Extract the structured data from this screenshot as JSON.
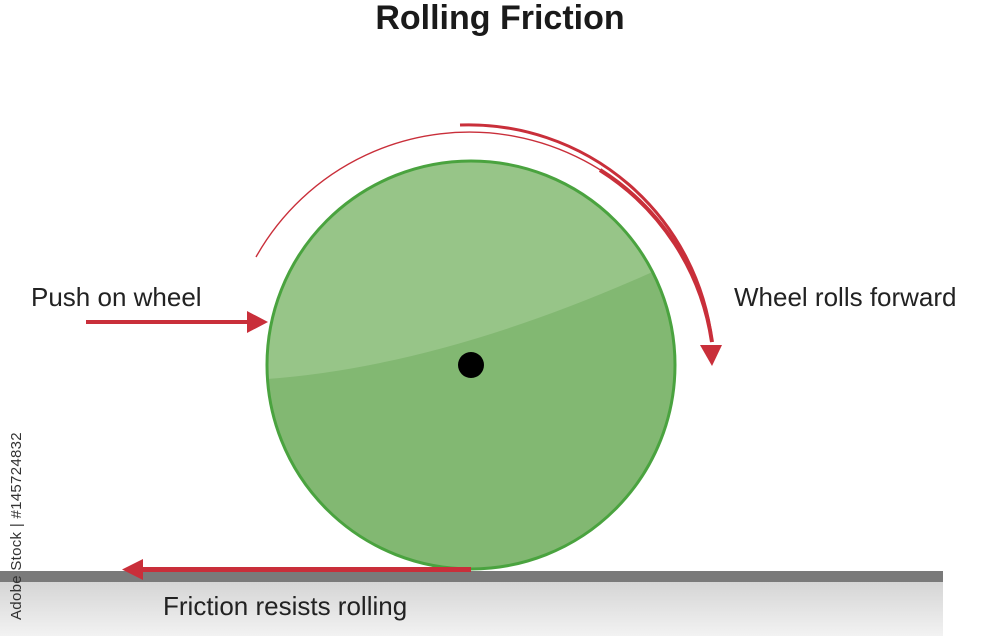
{
  "title": "Rolling Friction",
  "labels": {
    "push": "Push on wheel",
    "rolls": "Wheel rolls forward",
    "friction": "Friction resists rolling"
  },
  "side_credit": "Adobe Stock | #145724832",
  "colors": {
    "wheel_fill": "#82b872",
    "wheel_highlight": "#9bc78c",
    "wheel_stroke": "#4aa33f",
    "arrow": "#c92f3a",
    "ground_top": "#7a7a7a",
    "ground_body": "#e6e6e6",
    "axle": "#000000"
  }
}
